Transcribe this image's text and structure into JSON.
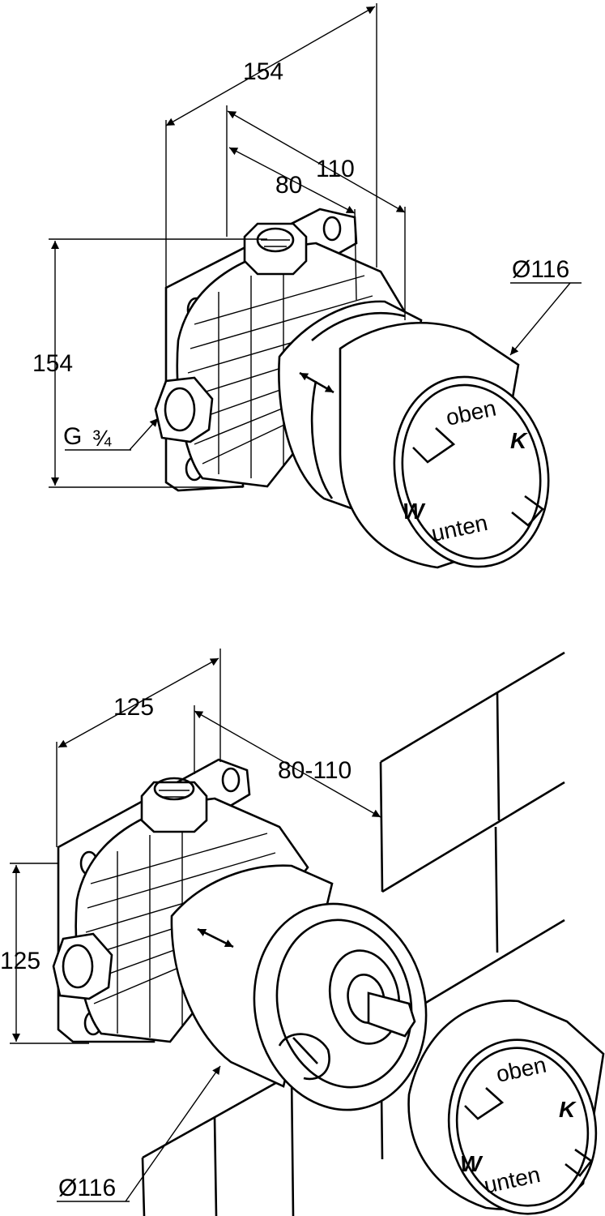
{
  "top": {
    "dims": {
      "width_total": "154",
      "depth_110": "110",
      "depth_80": "80",
      "diameter": "Ø116",
      "height": "154",
      "thread_g": "G",
      "thread_size": "¾"
    },
    "cap": {
      "oben": "oben",
      "unten": "unten",
      "w": "W",
      "k": "K"
    }
  },
  "bottom": {
    "dims": {
      "width_total": "125",
      "depth_range": "80-110",
      "height": "125",
      "diameter": "Ø116"
    },
    "cap": {
      "oben": "oben",
      "unten": "unten",
      "w": "W",
      "k": "K"
    }
  }
}
